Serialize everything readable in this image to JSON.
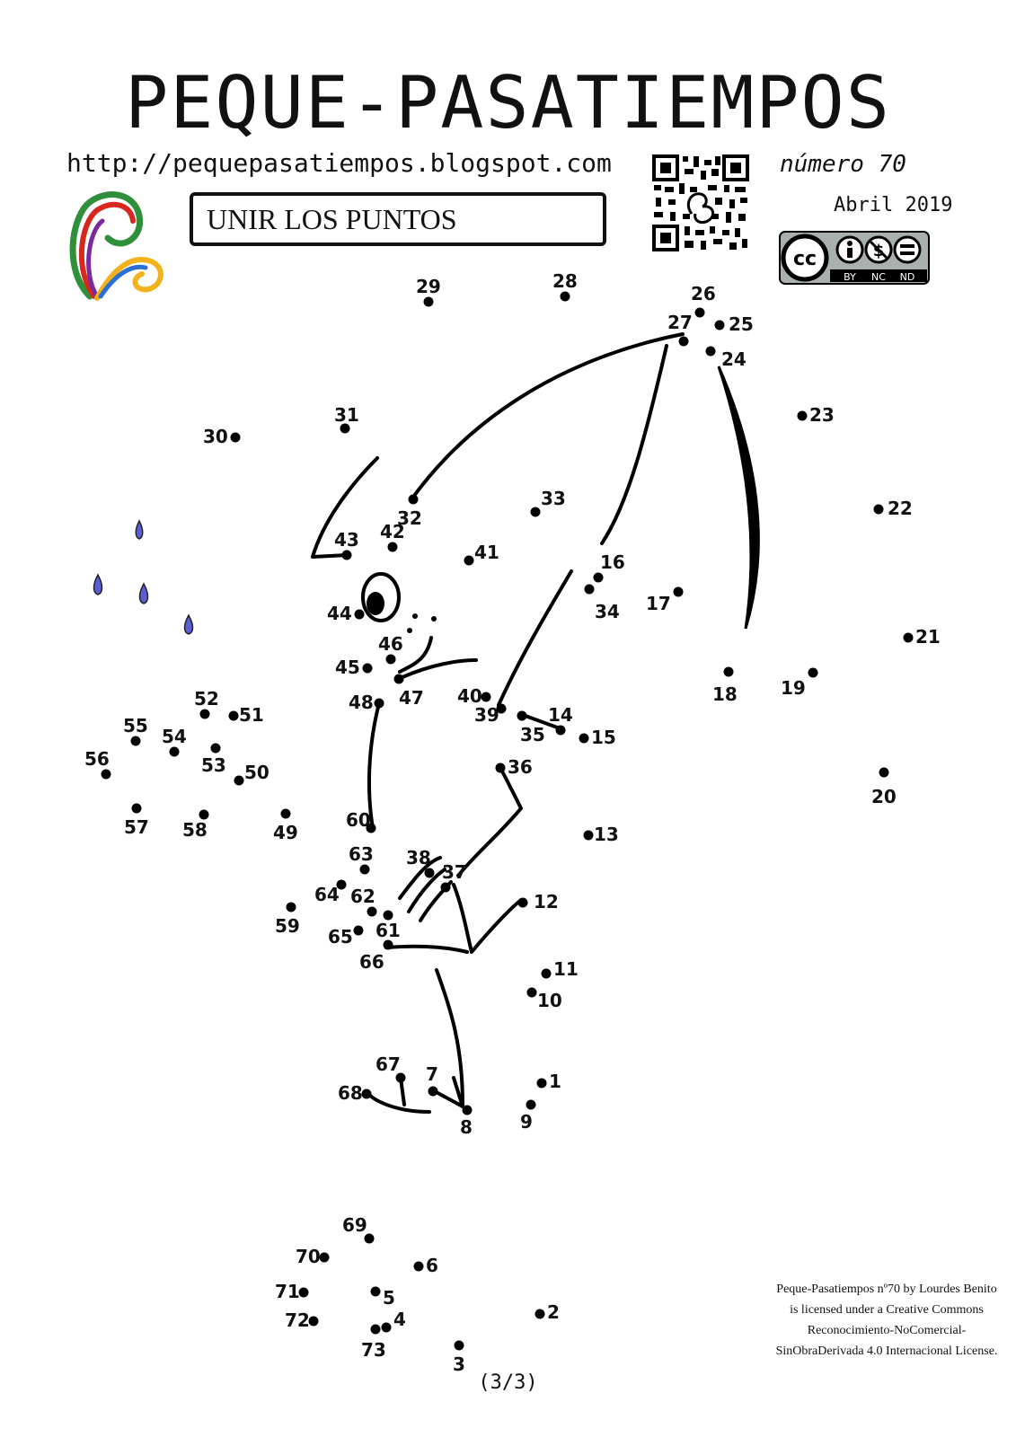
{
  "header": {
    "title": "PEQUE-PASATIEMPOS",
    "url": "http://pequepasatiempos.blogspot.com",
    "issue": "número 70",
    "date": "Abril 2019"
  },
  "activity": {
    "label": "UNIR LOS PUNTOS"
  },
  "license": {
    "badge_labels": [
      "BY",
      "NC",
      "ND"
    ],
    "badge_logo": "cc",
    "text": "Peque-Pasatiempos nº70 by Lourdes Benito is licensed under a Creative Commons Reconocimiento-NoComercial-SinObraDerivada 4.0 Internacional License."
  },
  "page": {
    "number": "(3/3)"
  },
  "icons": [
    "logo-swirl-icon",
    "qr-code-icon",
    "cc-license-icon",
    "rain-drop-icon"
  ],
  "colors": {
    "ink": "#111111",
    "drop": "#5b5fd6"
  },
  "dots": [
    "1",
    "2",
    "3",
    "4",
    "5",
    "6",
    "7",
    "8",
    "9",
    "10",
    "11",
    "12",
    "13",
    "14",
    "15",
    "16",
    "17",
    "18",
    "19",
    "20",
    "21",
    "22",
    "23",
    "24",
    "25",
    "26",
    "27",
    "28",
    "29",
    "30",
    "31",
    "32",
    "33",
    "34",
    "35",
    "36",
    "37",
    "38",
    "39",
    "40",
    "41",
    "42",
    "43",
    "44",
    "45",
    "46",
    "47",
    "48",
    "49",
    "50",
    "51",
    "52",
    "53",
    "54",
    "55",
    "56",
    "57",
    "58",
    "59",
    "60",
    "61",
    "62",
    "63",
    "64",
    "65",
    "66",
    "67",
    "68",
    "69",
    "70",
    "71",
    "72",
    "73"
  ]
}
